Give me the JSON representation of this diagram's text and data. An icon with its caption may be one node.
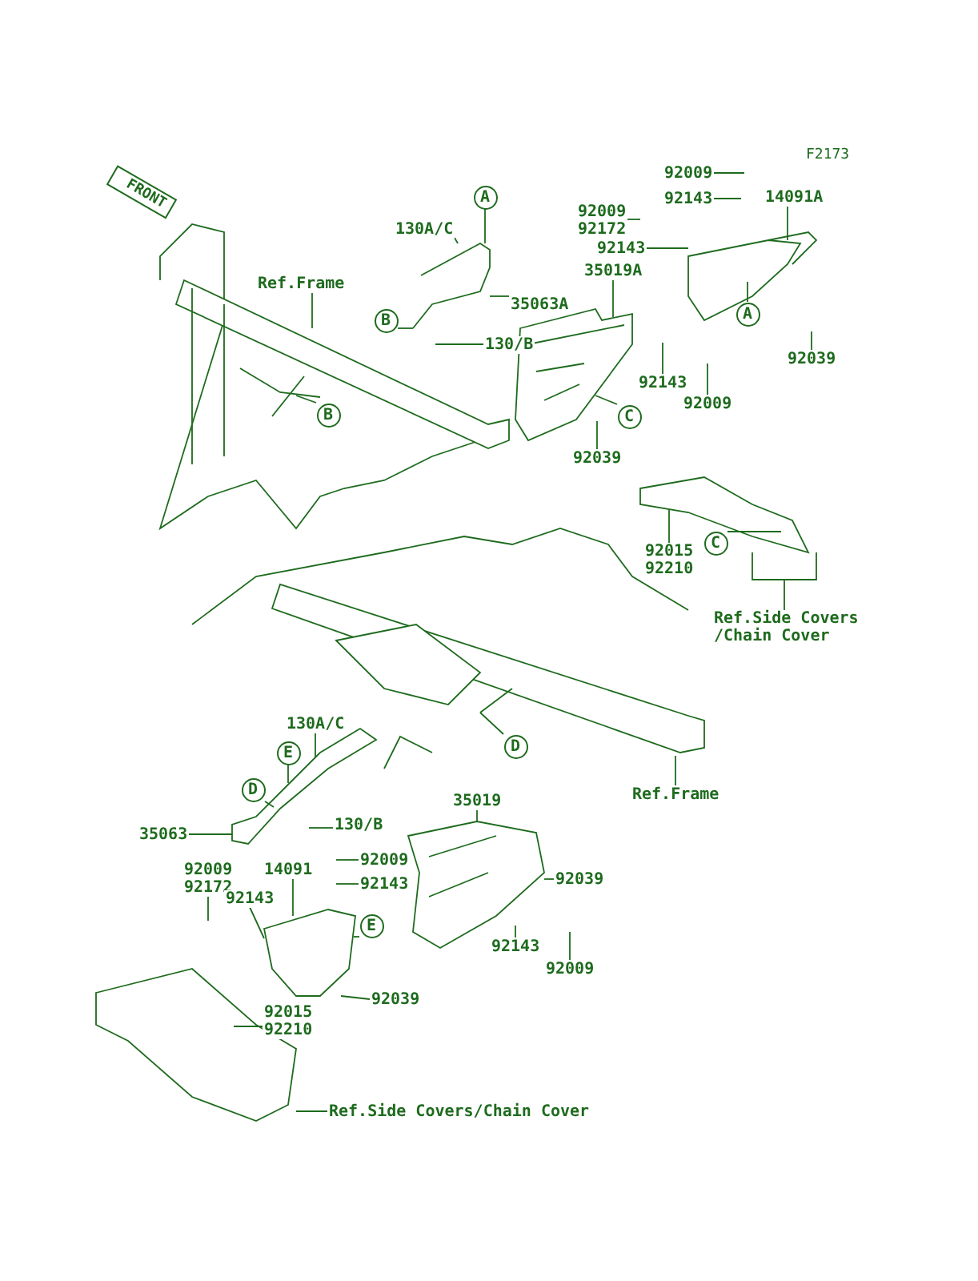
{
  "diagram": {
    "nodes": [
      {
        "text": [
          "130A/C"
        ]
      },
      {
        "text": [
          "A"
        ]
      },
      {
        "text": [
          "Ref.Frame"
        ]
      },
      {
        "text": [
          "35063A"
        ]
      },
      {
        "text": [
          "B"
        ]
      },
      {
        "text": [
          "130/B"
        ]
      },
      {
        "text": [
          "B"
        ]
      },
      {
        "text": [
          "92009"
        ]
      },
      {
        "text": [
          "92143"
        ]
      },
      {
        "text": [
          "14091A"
        ]
      },
      {
        "text": [
          "92009",
          "92172"
        ]
      },
      {
        "text": [
          "92143"
        ]
      },
      {
        "text": [
          "35019A"
        ]
      },
      {
        "text": [
          "A"
        ]
      },
      {
        "text": [
          "92039"
        ]
      },
      {
        "text": [
          "92143"
        ]
      },
      {
        "text": [
          "92009"
        ]
      },
      {
        "text": [
          "C"
        ]
      },
      {
        "text": [
          "92039"
        ]
      },
      {
        "text": [
          "92015",
          "92210"
        ]
      },
      {
        "text": [
          "C"
        ]
      },
      {
        "text": [
          "Ref.Side Covers /Chain Cover"
        ]
      },
      {
        "text": [
          "D"
        ]
      },
      {
        "text": [
          "Ref.Frame"
        ]
      },
      {
        "text": [
          "35019"
        ]
      },
      {
        "text": [
          "130A/C"
        ]
      },
      {
        "text": [
          "E"
        ]
      },
      {
        "text": [
          "D"
        ]
      },
      {
        "text": [
          "35063"
        ]
      },
      {
        "text": [
          "130/B"
        ]
      },
      {
        "text": [
          "92009",
          "92172"
        ]
      },
      {
        "text": [
          "14091"
        ]
      },
      {
        "text": [
          "92009"
        ]
      },
      {
        "text": [
          "92143"
        ]
      },
      {
        "text": [
          "92143"
        ]
      },
      {
        "text": [
          "E"
        ]
      },
      {
        "text": [
          "92039"
        ]
      },
      {
        "text": [
          "92015",
          "92210"
        ]
      },
      {
        "text": [
          "Ref.Side Covers/Chain Cover"
        ]
      },
      {
        "text": [
          "92039"
        ]
      },
      {
        "text": [
          "92143"
        ]
      },
      {
        "text": [
          "92009"
        ]
      },
      {
        "text": [],
        "shape": "picture"
      },
      {
        "text": [],
        "shape": "picture"
      },
      {
        "text": [],
        "shape": "picture"
      },
      {
        "text": [],
        "shape": "picture"
      },
      {
        "text": [],
        "shape": "picture"
      },
      {
        "text": [],
        "shape": "picture"
      },
      {
        "text": [],
        "shape": "picture"
      },
      {
        "text": [],
        "shape": "picture"
      },
      {
        "text": [],
        "shape": "picture"
      },
      {
        "text": [],
        "shape": "picture"
      }
    ],
    "edges": [
      {
        "from": 0,
        "to": 43,
        "arrow": "none"
      },
      {
        "from": 1,
        "to": 43,
        "arrow": "none"
      },
      {
        "from": 2,
        "to": 42,
        "arrow": "none"
      },
      {
        "from": 3,
        "to": 43,
        "arrow": "none"
      },
      {
        "from": 4,
        "to": 43,
        "arrow": "none"
      },
      {
        "from": 5,
        "to": 42,
        "arrow": "none"
      },
      {
        "from": 6,
        "to": 42,
        "arrow": "none"
      },
      {
        "from": 7,
        "to": null,
        "arrow": "none"
      },
      {
        "from": 8,
        "to": null,
        "arrow": "none"
      },
      {
        "from": 9,
        "to": 45,
        "arrow": "none"
      },
      {
        "from": 10,
        "to": null,
        "arrow": "none"
      },
      {
        "from": 11,
        "to": 45,
        "arrow": "none"
      },
      {
        "from": 12,
        "to": 44,
        "arrow": "none"
      },
      {
        "from": 13,
        "to": 45,
        "arrow": "none"
      },
      {
        "from": 14,
        "to": null,
        "arrow": "none"
      },
      {
        "from": 15,
        "to": null,
        "arrow": "none"
      },
      {
        "from": 16,
        "to": null,
        "arrow": "none"
      },
      {
        "from": 17,
        "to": 44,
        "arrow": "none"
      },
      {
        "from": 18,
        "to": 44,
        "arrow": "none"
      },
      {
        "from": 19,
        "to": 46,
        "arrow": "none"
      },
      {
        "from": 20,
        "to": 46,
        "arrow": "none"
      },
      {
        "from": 21,
        "to": 46,
        "arrow": "none"
      },
      {
        "from": 22,
        "to": 47,
        "arrow": "none"
      },
      {
        "from": 23,
        "to": 47,
        "arrow": "none"
      },
      {
        "from": 24,
        "to": 49,
        "arrow": "none"
      },
      {
        "from": 25,
        "to": 48,
        "arrow": "none"
      },
      {
        "from": 26,
        "to": 48,
        "arrow": "none"
      },
      {
        "from": 27,
        "to": 48,
        "arrow": "none"
      },
      {
        "from": 28,
        "to": 48,
        "arrow": "none"
      },
      {
        "from": 29,
        "to": 48,
        "arrow": "none"
      },
      {
        "from": 30,
        "to": null,
        "arrow": "none"
      },
      {
        "from": 31,
        "to": 50,
        "arrow": "none"
      },
      {
        "from": 32,
        "to": null,
        "arrow": "none"
      },
      {
        "from": 33,
        "to": null,
        "arrow": "none"
      },
      {
        "from": 34,
        "to": 50,
        "arrow": "none"
      },
      {
        "from": 35,
        "to": 50,
        "arrow": "none"
      },
      {
        "from": 36,
        "to": 50,
        "arrow": "none"
      },
      {
        "from": 37,
        "to": 51,
        "arrow": "none"
      },
      {
        "from": 38,
        "to": 51,
        "arrow": "none"
      },
      {
        "from": 39,
        "to": 49,
        "arrow": "none"
      },
      {
        "from": 40,
        "to": 49,
        "arrow": "none"
      },
      {
        "from": 41,
        "to": null,
        "arrow": "none"
      }
    ],
    "labels": [
      "FRONT",
      "F2173"
    ]
  }
}
